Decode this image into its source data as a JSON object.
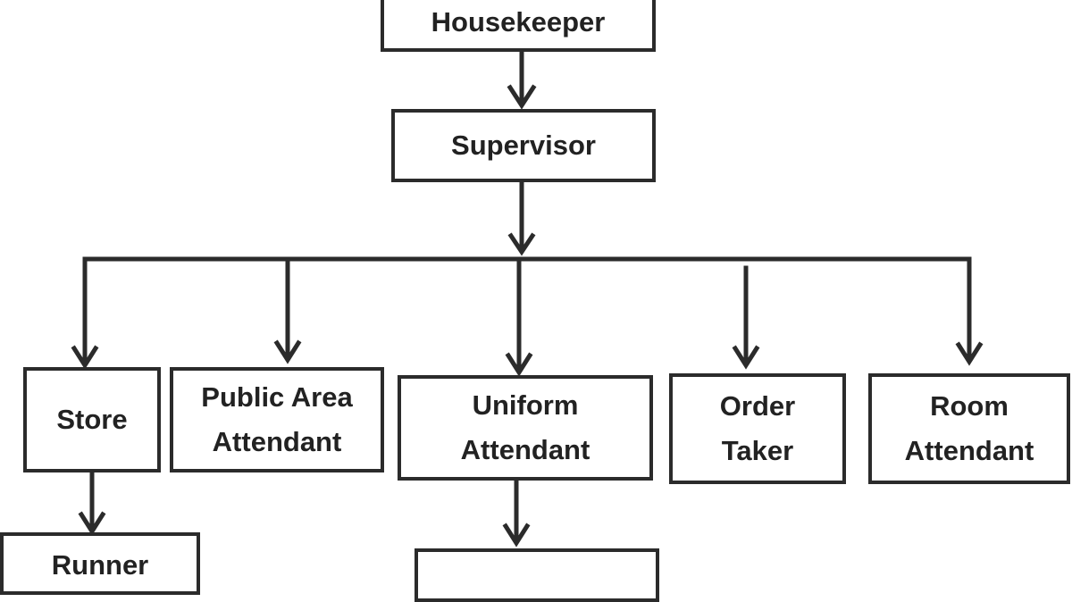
{
  "colors": {
    "line": "#2b2b2b",
    "text": "#222222",
    "background": "#ffffff"
  },
  "nodes": {
    "housekeeper": {
      "label": "Housekeeper"
    },
    "supervisor": {
      "label": "Supervisor"
    },
    "store": {
      "label": "Store"
    },
    "public_area_attendant": {
      "line1": "Public Area",
      "line2": "Attendant"
    },
    "uniform_attendant": {
      "line1": "Uniform",
      "line2": "Attendant"
    },
    "order_taker": {
      "line1": "Order",
      "line2": "Taker"
    },
    "room_attendant": {
      "line1": "Room",
      "line2": "Attendant"
    },
    "runner": {
      "label": "Runner"
    }
  },
  "edges": [
    {
      "from": "housekeeper",
      "to": "supervisor"
    },
    {
      "from": "supervisor",
      "to": "store"
    },
    {
      "from": "supervisor",
      "to": "public_area_attendant"
    },
    {
      "from": "supervisor",
      "to": "uniform_attendant"
    },
    {
      "from": "supervisor",
      "to": "order_taker"
    },
    {
      "from": "supervisor",
      "to": "room_attendant"
    },
    {
      "from": "store",
      "to": "runner"
    },
    {
      "from": "uniform_attendant",
      "to": "uniform_child"
    }
  ]
}
